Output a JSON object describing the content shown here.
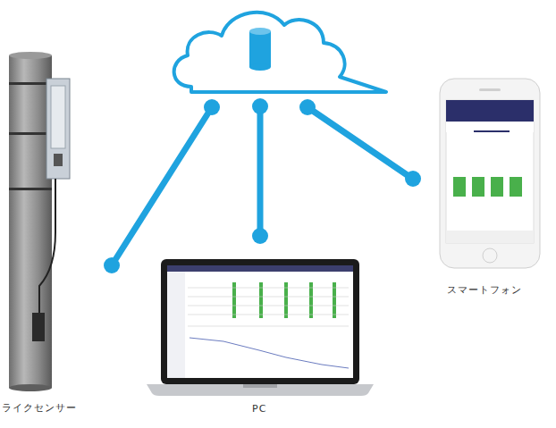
{
  "diagram": {
    "nodes": [
      {
        "text": [
          "ライクセンサー"
        ]
      },
      {
        "text": [
          "PC"
        ]
      },
      {
        "text": [
          "スマートフォン"
        ]
      }
    ]
  }
}
